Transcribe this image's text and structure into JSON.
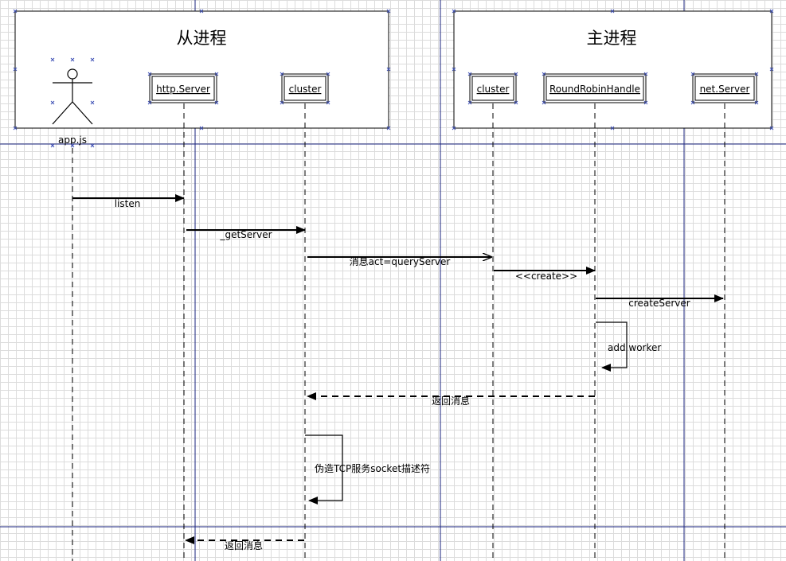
{
  "frames": {
    "slave": {
      "title": "从进程"
    },
    "master": {
      "title": "主进程"
    }
  },
  "actor": {
    "label": "app.js"
  },
  "objects": {
    "http_server": "http.Server",
    "slave_cluster": "cluster",
    "master_cluster": "cluster",
    "round_robin": "RoundRobinHandle",
    "net_server": "net.Server"
  },
  "messages": {
    "listen": "listen",
    "get_server": "_getServer",
    "query_server": "消息act=queryServer",
    "create": "<<create>>",
    "create_server": "createServer",
    "add_worker": "add worker",
    "reply_master": "返回消息",
    "fake_socket": "伪造TCP服务socket描述符",
    "reply_cluster": "返回消息"
  },
  "colors": {
    "guide_line": "#1a237e",
    "frame_border": "#000000",
    "selection_marker": "#3f51b5"
  }
}
